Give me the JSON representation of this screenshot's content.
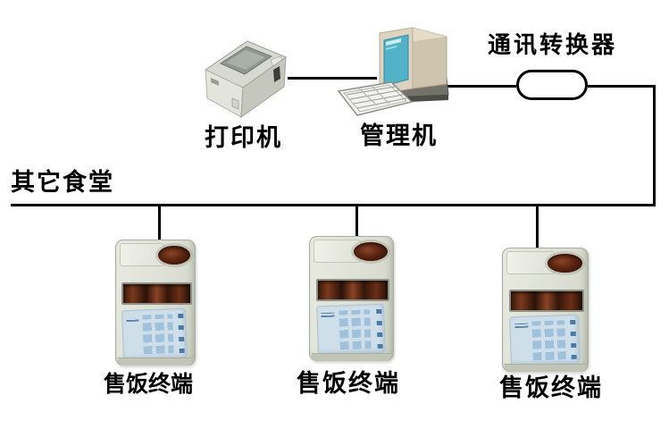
{
  "diagram": {
    "nodes": {
      "printer_label": "打印机",
      "manager_label": "管理机",
      "converter_label": "通讯转换器",
      "other_canteens_label": "其它食堂"
    },
    "terminals": [
      {
        "label": "售饭终端"
      },
      {
        "label": "售饭终端"
      },
      {
        "label": "售饭终端"
      }
    ],
    "colors": {
      "background": "#ffffff",
      "cable": "#000000",
      "text": "#000000",
      "terminal_body": "#dfe2d7",
      "terminal_keypad": "#cfdfe9",
      "terminal_display": "#2a1408",
      "card_reader_slot": "#3a1408",
      "monitor_screen": "#52b2c8",
      "monitor_case": "#d8cfba",
      "printer_body": "#d9dad2"
    }
  }
}
